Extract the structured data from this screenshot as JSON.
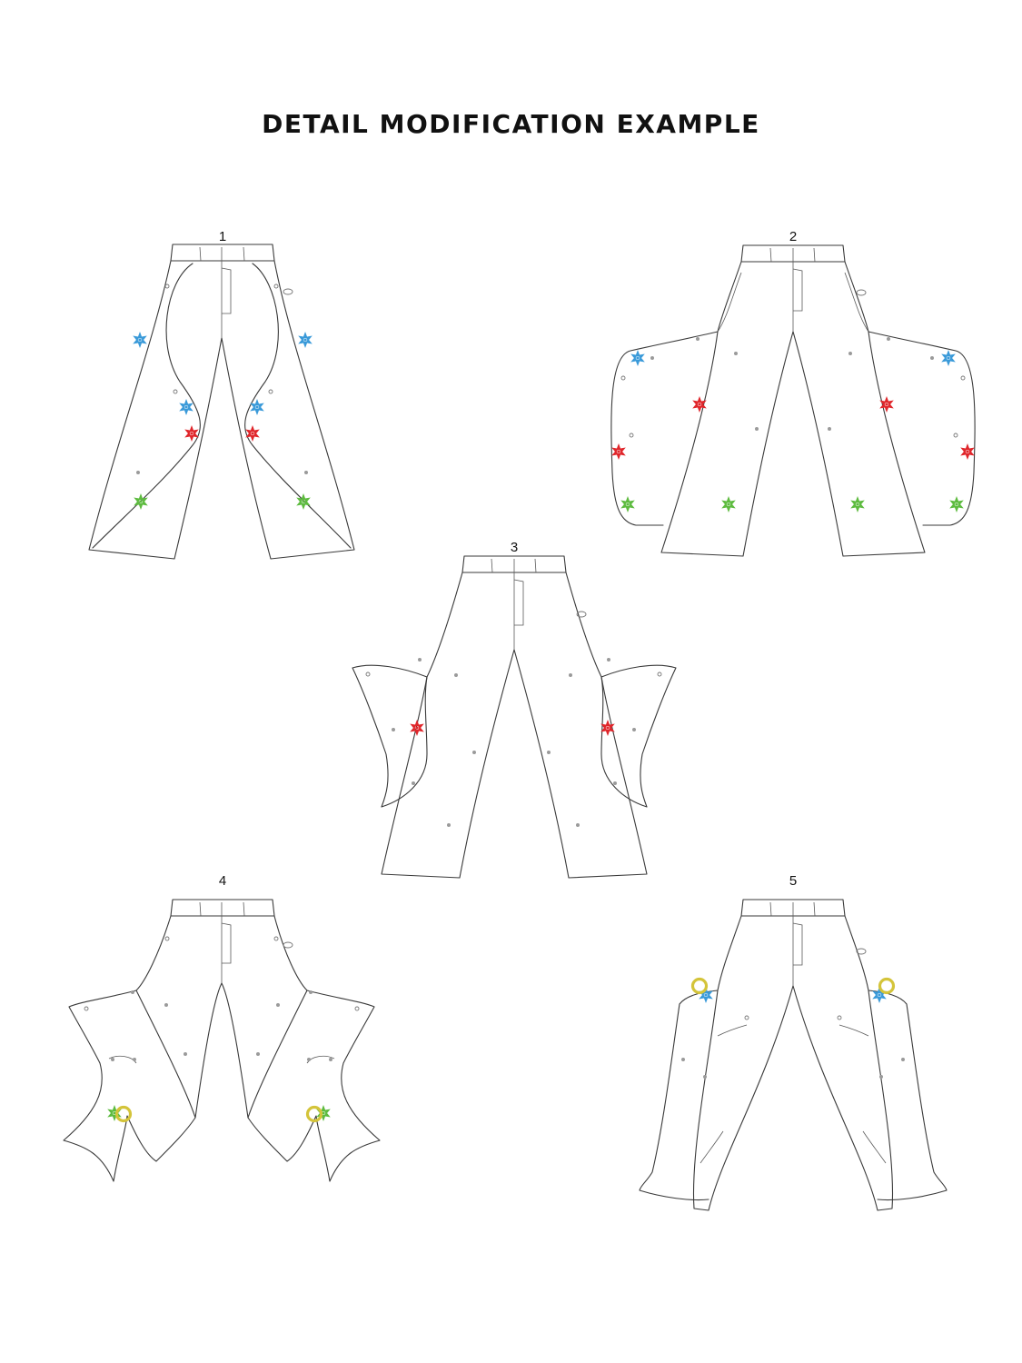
{
  "title": "DETAIL MODIFICATION EXAMPLE",
  "figures": [
    {
      "number": "1",
      "asterisks": [
        "blue",
        "blue",
        "blue",
        "blue",
        "red",
        "red",
        "green",
        "green"
      ],
      "rings": []
    },
    {
      "number": "2",
      "asterisks": [
        "blue",
        "blue",
        "red",
        "red",
        "red",
        "red",
        "green",
        "green",
        "green",
        "green"
      ],
      "rings": []
    },
    {
      "number": "3",
      "asterisks": [
        "red",
        "red"
      ],
      "rings": []
    },
    {
      "number": "4",
      "asterisks": [
        "green",
        "green"
      ],
      "rings": [
        "yellow",
        "yellow"
      ]
    },
    {
      "number": "5",
      "asterisks": [
        "blue",
        "blue"
      ],
      "rings": [
        "yellow",
        "yellow"
      ]
    }
  ],
  "colors": {
    "blue": "#3a9ad9",
    "red": "#e0262b",
    "green": "#5dbb3f",
    "yellow": "#d4c43a",
    "line": "#3a3a3a"
  },
  "icons": {
    "asterisk": "snap-button-asterisk-icon",
    "ring": "o-ring-icon"
  }
}
